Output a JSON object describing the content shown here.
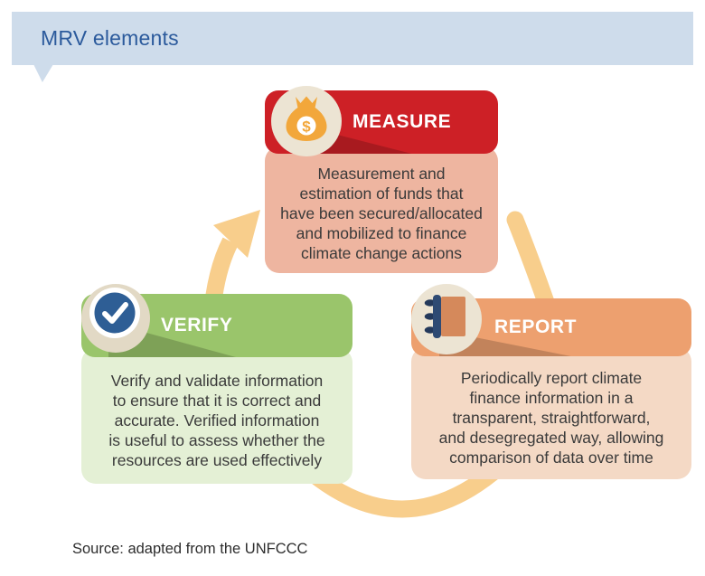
{
  "banner": {
    "title": "MRV elements"
  },
  "elements": [
    {
      "label": "MEASURE",
      "icon": "money-bag-icon",
      "description": "Measurement and\nestimation of funds that\nhave been secured/allocated\nand mobilized to finance\nclimate change actions",
      "header_color": "#CD2026",
      "body_color": "#EEB5A0"
    },
    {
      "label": "VERIFY",
      "icon": "checkmark-icon",
      "description": "Verify and validate information\nto ensure that it is correct and\naccurate. Verified information\nis useful to assess whether the\nresources are used effectively",
      "header_color": "#9AC56B",
      "body_color": "#E4F0D5"
    },
    {
      "label": "REPORT",
      "icon": "notebook-icon",
      "description": "Periodically report climate\nfinance information in a\ntransparent, straightforward,\nand desegregated way, allowing\ncomparison of data over time",
      "header_color": "#EDA06F",
      "body_color": "#F4D9C5"
    }
  ],
  "icons": {
    "measure_currency_symbol": "$"
  },
  "source_note": "Source: adapted from the UNFCCC",
  "colors": {
    "banner_bg": "#CEDCEB",
    "banner_text": "#2B5A9C",
    "arrow": "#F8CE8C",
    "badge_bg": "#ECE4D3",
    "verify_circle": "#2E5E95",
    "body_text": "#3A3A3A"
  }
}
